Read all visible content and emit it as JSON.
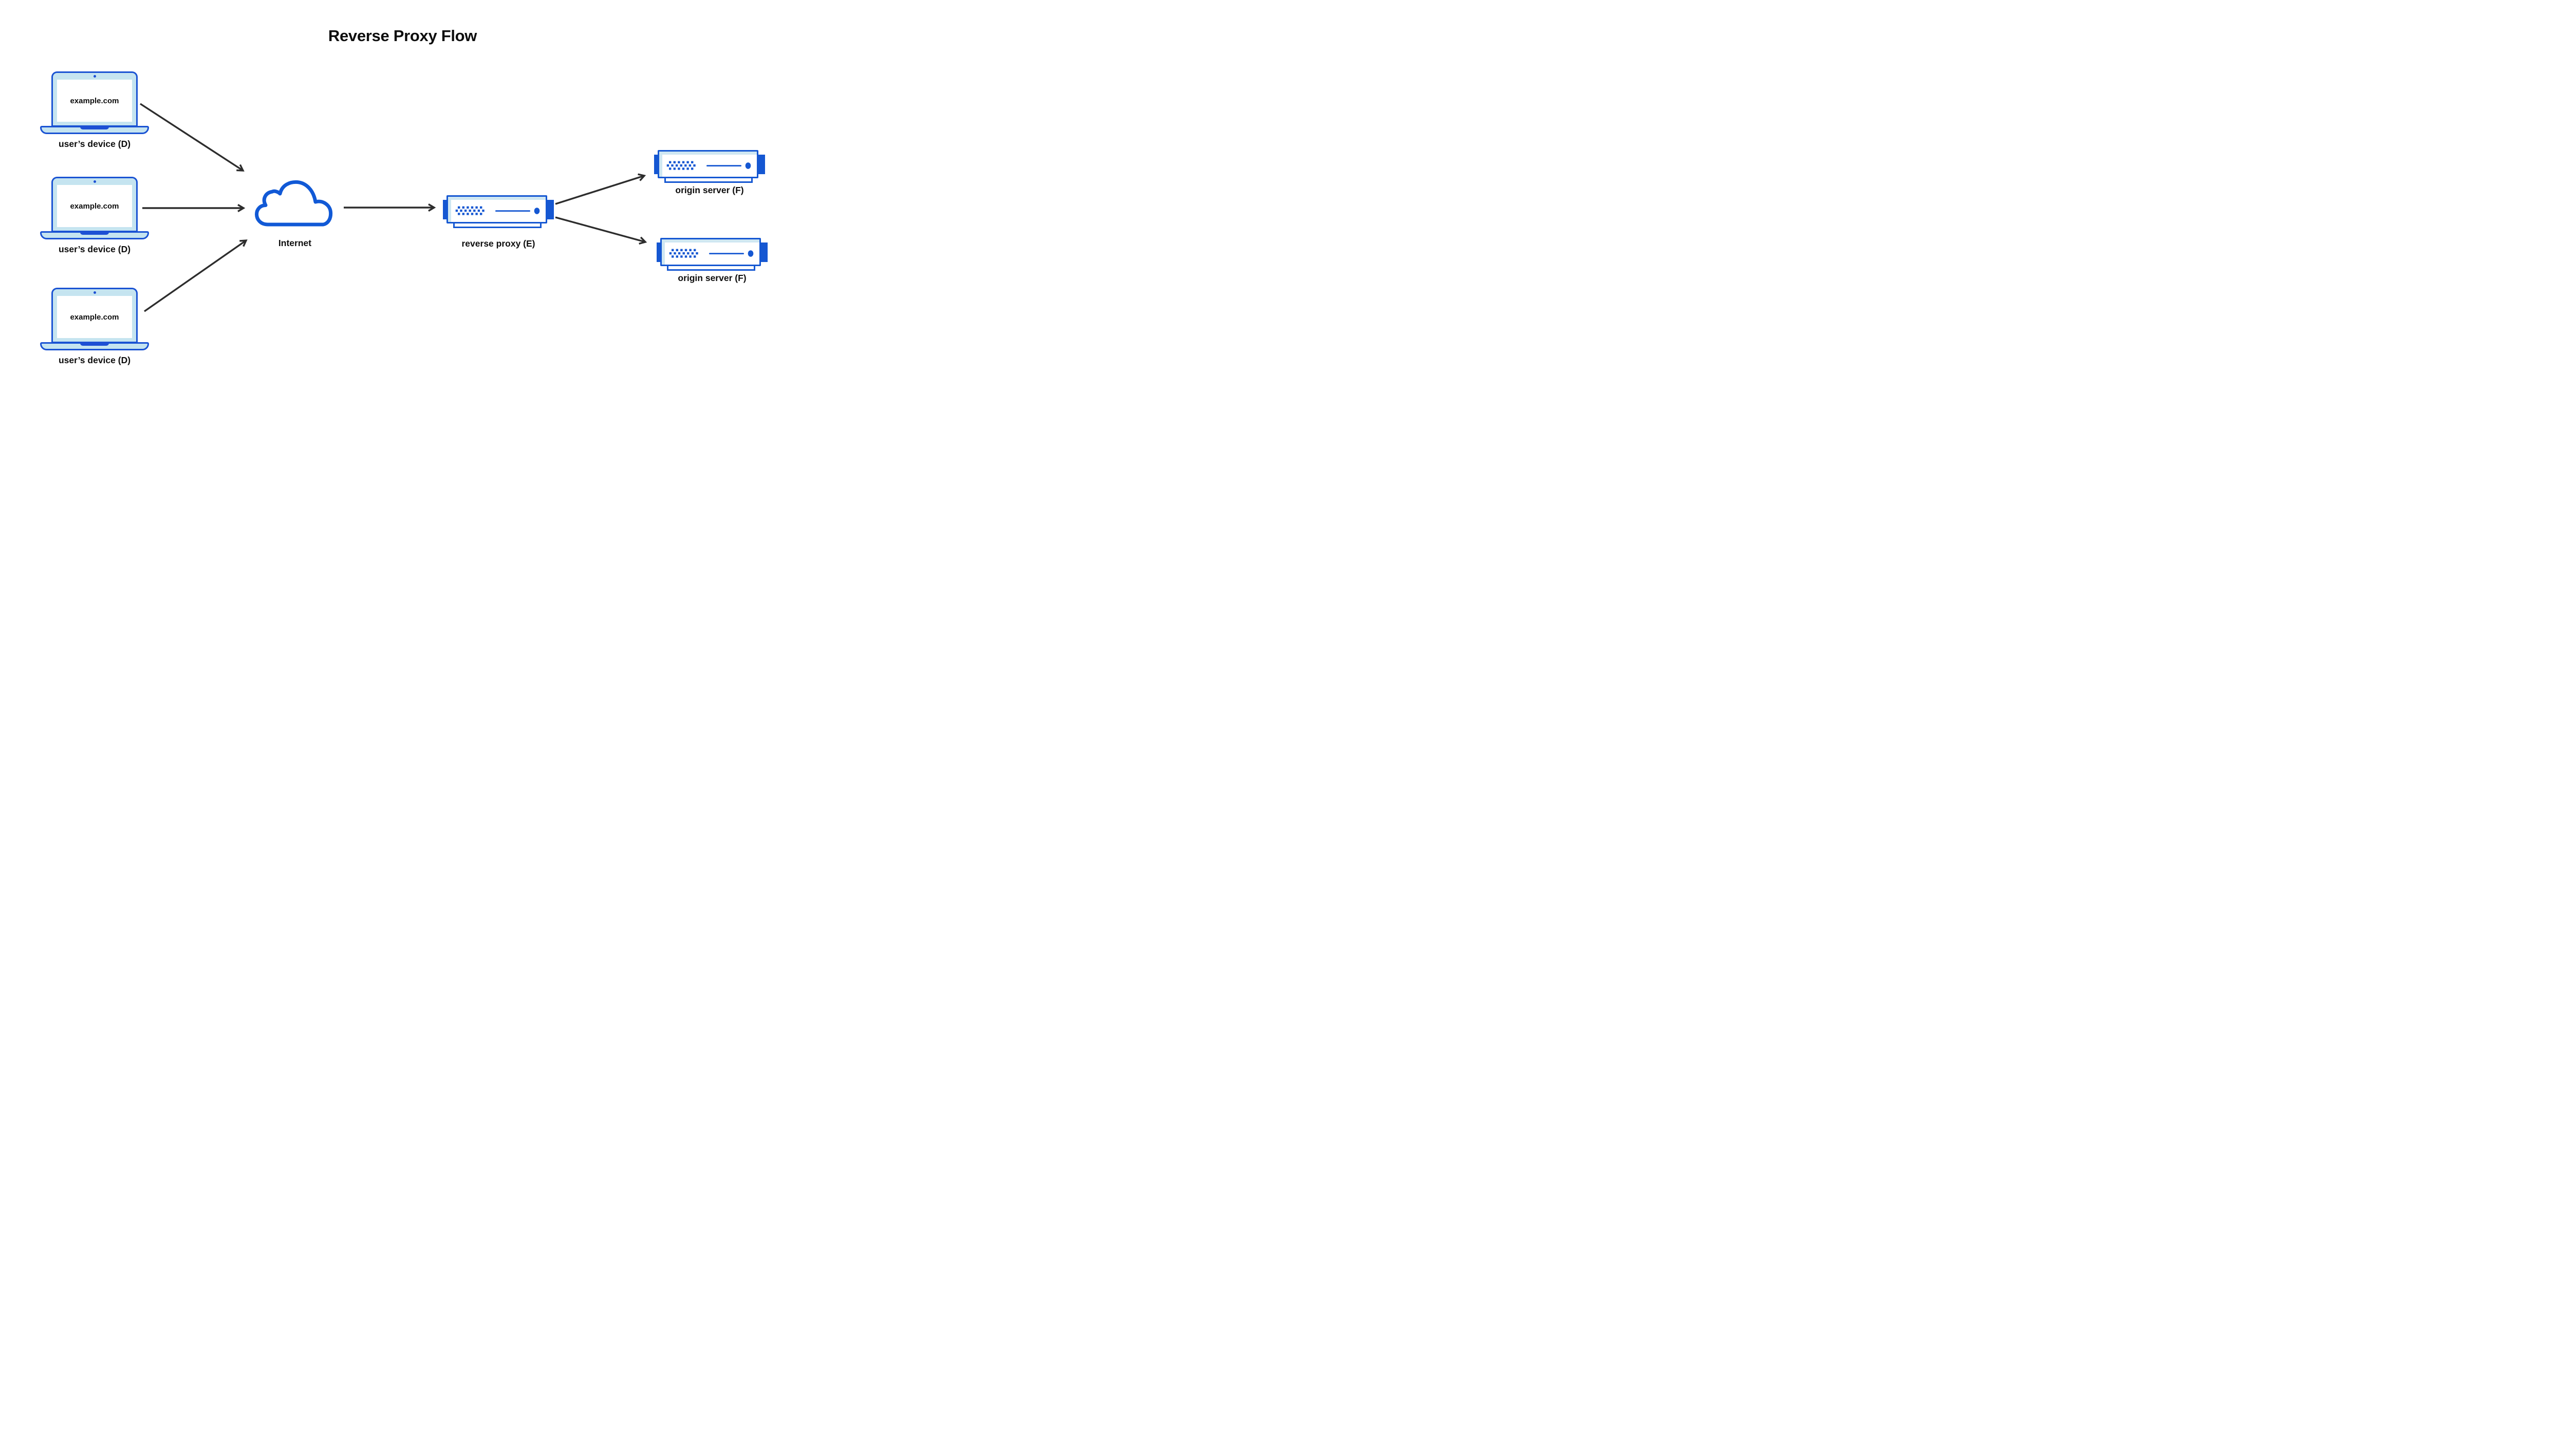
{
  "title": "Reverse Proxy Flow",
  "nodes": {
    "devices": [
      {
        "id": "device-1",
        "screen_text": "example.com",
        "label": "user’s device (D)"
      },
      {
        "id": "device-2",
        "screen_text": "example.com",
        "label": "user’s device (D)"
      },
      {
        "id": "device-3",
        "screen_text": "example.com",
        "label": "user’s device (D)"
      }
    ],
    "internet": {
      "id": "internet",
      "label": "Internet"
    },
    "reverse_proxy": {
      "id": "reverse-proxy",
      "label": "reverse proxy (E)"
    },
    "origin_servers": [
      {
        "id": "origin-1",
        "label": "origin server (F)"
      },
      {
        "id": "origin-2",
        "label": "origin server (F)"
      }
    ]
  },
  "connections": [
    {
      "from": "device-1",
      "to": "internet"
    },
    {
      "from": "device-2",
      "to": "internet"
    },
    {
      "from": "device-3",
      "to": "internet"
    },
    {
      "from": "internet",
      "to": "reverse-proxy"
    },
    {
      "from": "reverse-proxy",
      "to": "origin-1"
    },
    {
      "from": "reverse-proxy",
      "to": "origin-2"
    }
  ],
  "icons": {
    "device": "laptop-icon",
    "internet": "cloud-icon",
    "reverse_proxy": "server-icon",
    "origin_server": "server-icon"
  },
  "colors": {
    "primary_blue": "#1557d2",
    "accent_blue": "#1d50d4",
    "light_blue": "#c5e4f0",
    "arrow": "#2d2d2d",
    "text": "#0d0d0d",
    "background": "#ffffff"
  }
}
